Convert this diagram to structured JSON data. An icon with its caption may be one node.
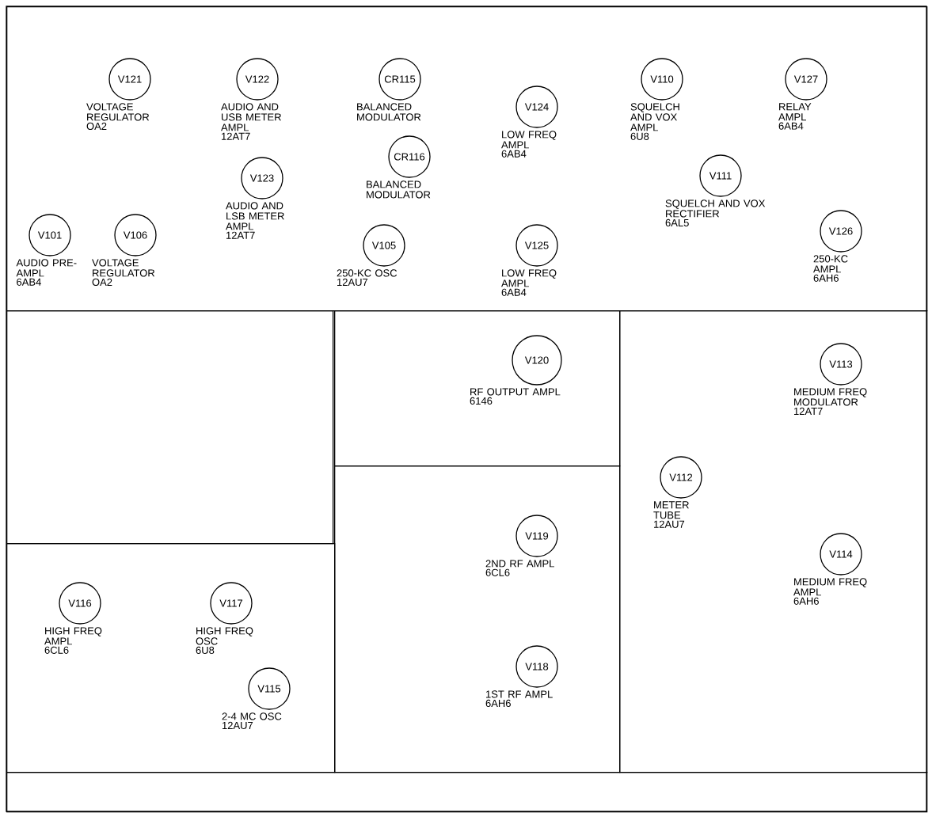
{
  "diagram": {
    "nodes": [
      {
        "text": [],
        "shape": "box"
      },
      {
        "text": [
          "V121"
        ],
        "beside": [
          "VOLTAGE REGULATOR",
          "OA2"
        ],
        "in": 0
      },
      {
        "text": [
          "V122"
        ],
        "beside": [
          "AUDIO AND USB METER AMPL",
          "12AT7"
        ],
        "in": 0
      },
      {
        "text": [
          "CR115"
        ],
        "beside": [
          "BALANCED MODULATOR"
        ],
        "in": 0
      },
      {
        "text": [
          "V110"
        ],
        "beside": [
          "SQUELCH AND VOX AMPL",
          "6U8"
        ],
        "in": 0
      },
      {
        "text": [
          "V127"
        ],
        "beside": [
          "RELAY AMPL",
          "6AB4"
        ],
        "in": 0
      },
      {
        "text": [
          "V124"
        ],
        "beside": [
          "LOW FREQ AMPL",
          "6AB4"
        ],
        "in": 0
      },
      {
        "text": [
          "CR116"
        ],
        "beside": [
          "BALANCED MODULATOR"
        ],
        "in": 0
      },
      {
        "text": [
          "V123"
        ],
        "beside": [
          "AUDIO AND LSB METER AMPL",
          "12AT7"
        ],
        "in": 0
      },
      {
        "text": [
          "V111"
        ],
        "beside": [
          "SQUELCH AND VOX RECTIFIER",
          "6AL5"
        ],
        "in": 0
      },
      {
        "text": [
          "V101"
        ],
        "beside": [
          "AUDIO PRE-AMPL",
          "6AB4"
        ],
        "in": 0
      },
      {
        "text": [
          "V106"
        ],
        "beside": [
          "VOLTAGE REGULATOR",
          "OA2"
        ],
        "in": 0
      },
      {
        "text": [
          "V126"
        ],
        "beside": [
          "250-KC AMPL",
          "6AH6"
        ],
        "in": 0
      },
      {
        "text": [
          "V105"
        ],
        "beside": [
          "250-KC OSC",
          "12AU7"
        ],
        "in": 0
      },
      {
        "text": [
          "V125"
        ],
        "beside": [
          "LOW FREQ AMPL",
          "6AB4"
        ],
        "in": 0
      },
      {
        "text": [],
        "shape": "box"
      },
      {
        "text": [],
        "shape": "box"
      },
      {
        "text": [
          "V120"
        ],
        "beside": [
          "RF OUTPUT AMPL",
          "6146"
        ],
        "in": 16
      },
      {
        "text": [],
        "shape": "box"
      },
      {
        "text": [
          "V113"
        ],
        "beside": [
          "MEDIUM FREQ MODULATOR",
          "12AT7"
        ],
        "in": 18
      },
      {
        "text": [
          "V112"
        ],
        "beside": [
          "METER TUBE",
          "12AU7"
        ],
        "in": 18
      },
      {
        "text": [
          "V114"
        ],
        "beside": [
          "MEDIUM FREQ AMPL",
          "6AH6"
        ],
        "in": 18
      },
      {
        "text": [],
        "shape": "box"
      },
      {
        "text": [
          "V119"
        ],
        "beside": [
          "2ND RF AMPL",
          "6CL6"
        ],
        "in": 22
      },
      {
        "text": [
          "V118"
        ],
        "beside": [
          "1ST RF AMPL",
          "6AH6"
        ],
        "in": 22
      },
      {
        "text": [],
        "shape": "box"
      },
      {
        "text": [
          "V116"
        ],
        "beside": [
          "HIGH FREQ AMPL",
          "6CL6"
        ],
        "in": 25
      },
      {
        "text": [
          "V117"
        ],
        "beside": [
          "HIGH FREQ OSC",
          "6U8"
        ],
        "in": 25
      },
      {
        "text": [
          "V115"
        ],
        "beside": [
          "2-4 MC OSC",
          "12AU7"
        ],
        "in": 25
      },
      {
        "text": [],
        "shape": "box"
      }
    ]
  }
}
